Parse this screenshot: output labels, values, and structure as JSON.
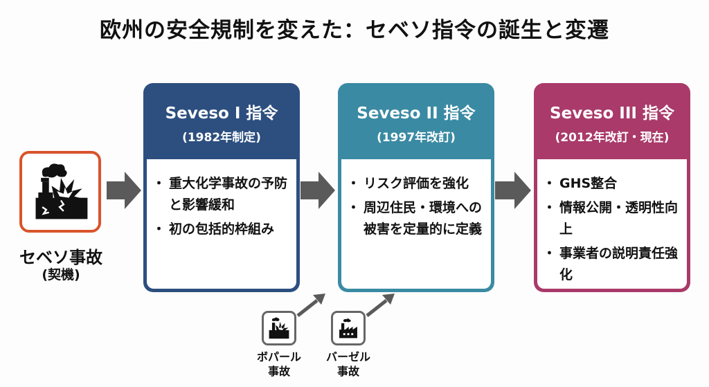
{
  "title": "欧州の安全規制を変えた：セベソ指令の誕生と変遷",
  "trigger": {
    "icon": "factory-explosion-icon",
    "label": "セベソ事故",
    "sublabel": "(契機)",
    "border_color": "#d9542b"
  },
  "arrow_color": "#5a5a5a",
  "directives": [
    {
      "name": "Seveso I 指令",
      "year": "(1982年制定)",
      "color": "#2c4f7f",
      "points": [
        "重大化学事故の予防と影響緩和",
        "初の包括的枠組み"
      ]
    },
    {
      "name": "Seveso II 指令",
      "year": "(1997年改訂)",
      "color": "#3a8aa3",
      "points": [
        "リスク評価を強化",
        "周辺住民・環境への被害を定量的に定義"
      ]
    },
    {
      "name": "Seveso III 指令",
      "year": "(2012年改訂・現在)",
      "color": "#a93a6a",
      "points": [
        "GHS整合",
        "情報公開・透明性向上",
        "事業者の説明責任強化"
      ]
    }
  ],
  "influences": [
    {
      "icon": "factory-explosion-icon",
      "line1": "ボパール",
      "line2": "事故"
    },
    {
      "icon": "factory-icon",
      "line1": "バーゼル",
      "line2": "事故"
    }
  ]
}
